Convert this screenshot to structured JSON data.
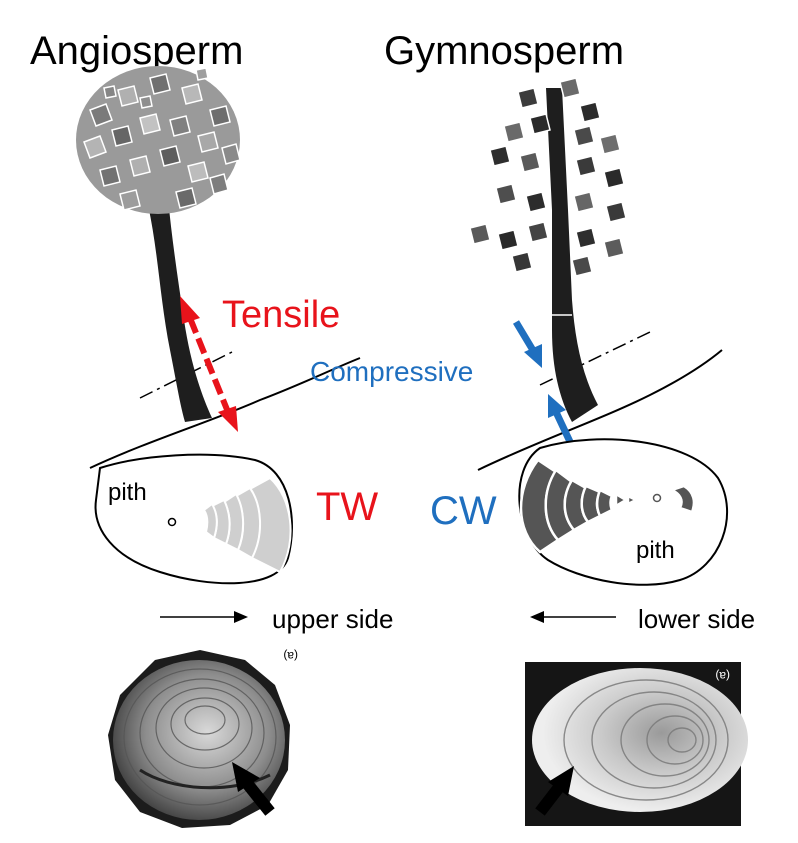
{
  "panels": {
    "angiosperm": {
      "title": "Angiosperm",
      "stress_label": "Tensile",
      "wood_label": "TW",
      "pith_label": "pith",
      "direction_label": "upper side",
      "photo_mark": "(a)"
    },
    "gymnosperm": {
      "title": "Gymnosperm",
      "stress_label": "Compressive",
      "wood_label": "CW",
      "pith_label": "pith",
      "direction_label": "lower side",
      "photo_mark": "(a)"
    }
  },
  "colors": {
    "tension": "#e8131b",
    "compression": "#1f6fbf",
    "tension_wood": "#cfcfcf",
    "compression_wood": "#555555",
    "angio_foliage": "#8c8c8c",
    "gymno_foliage": "#3c3c3c",
    "trunk": "#1e1e1e"
  },
  "icons": {
    "tension_arrow": "double-headed-arrow-outward",
    "compression_arrow": "double-headed-arrow-inward",
    "direction_arrow": "thin-arrow",
    "photo_pointer": "black-arrow"
  }
}
